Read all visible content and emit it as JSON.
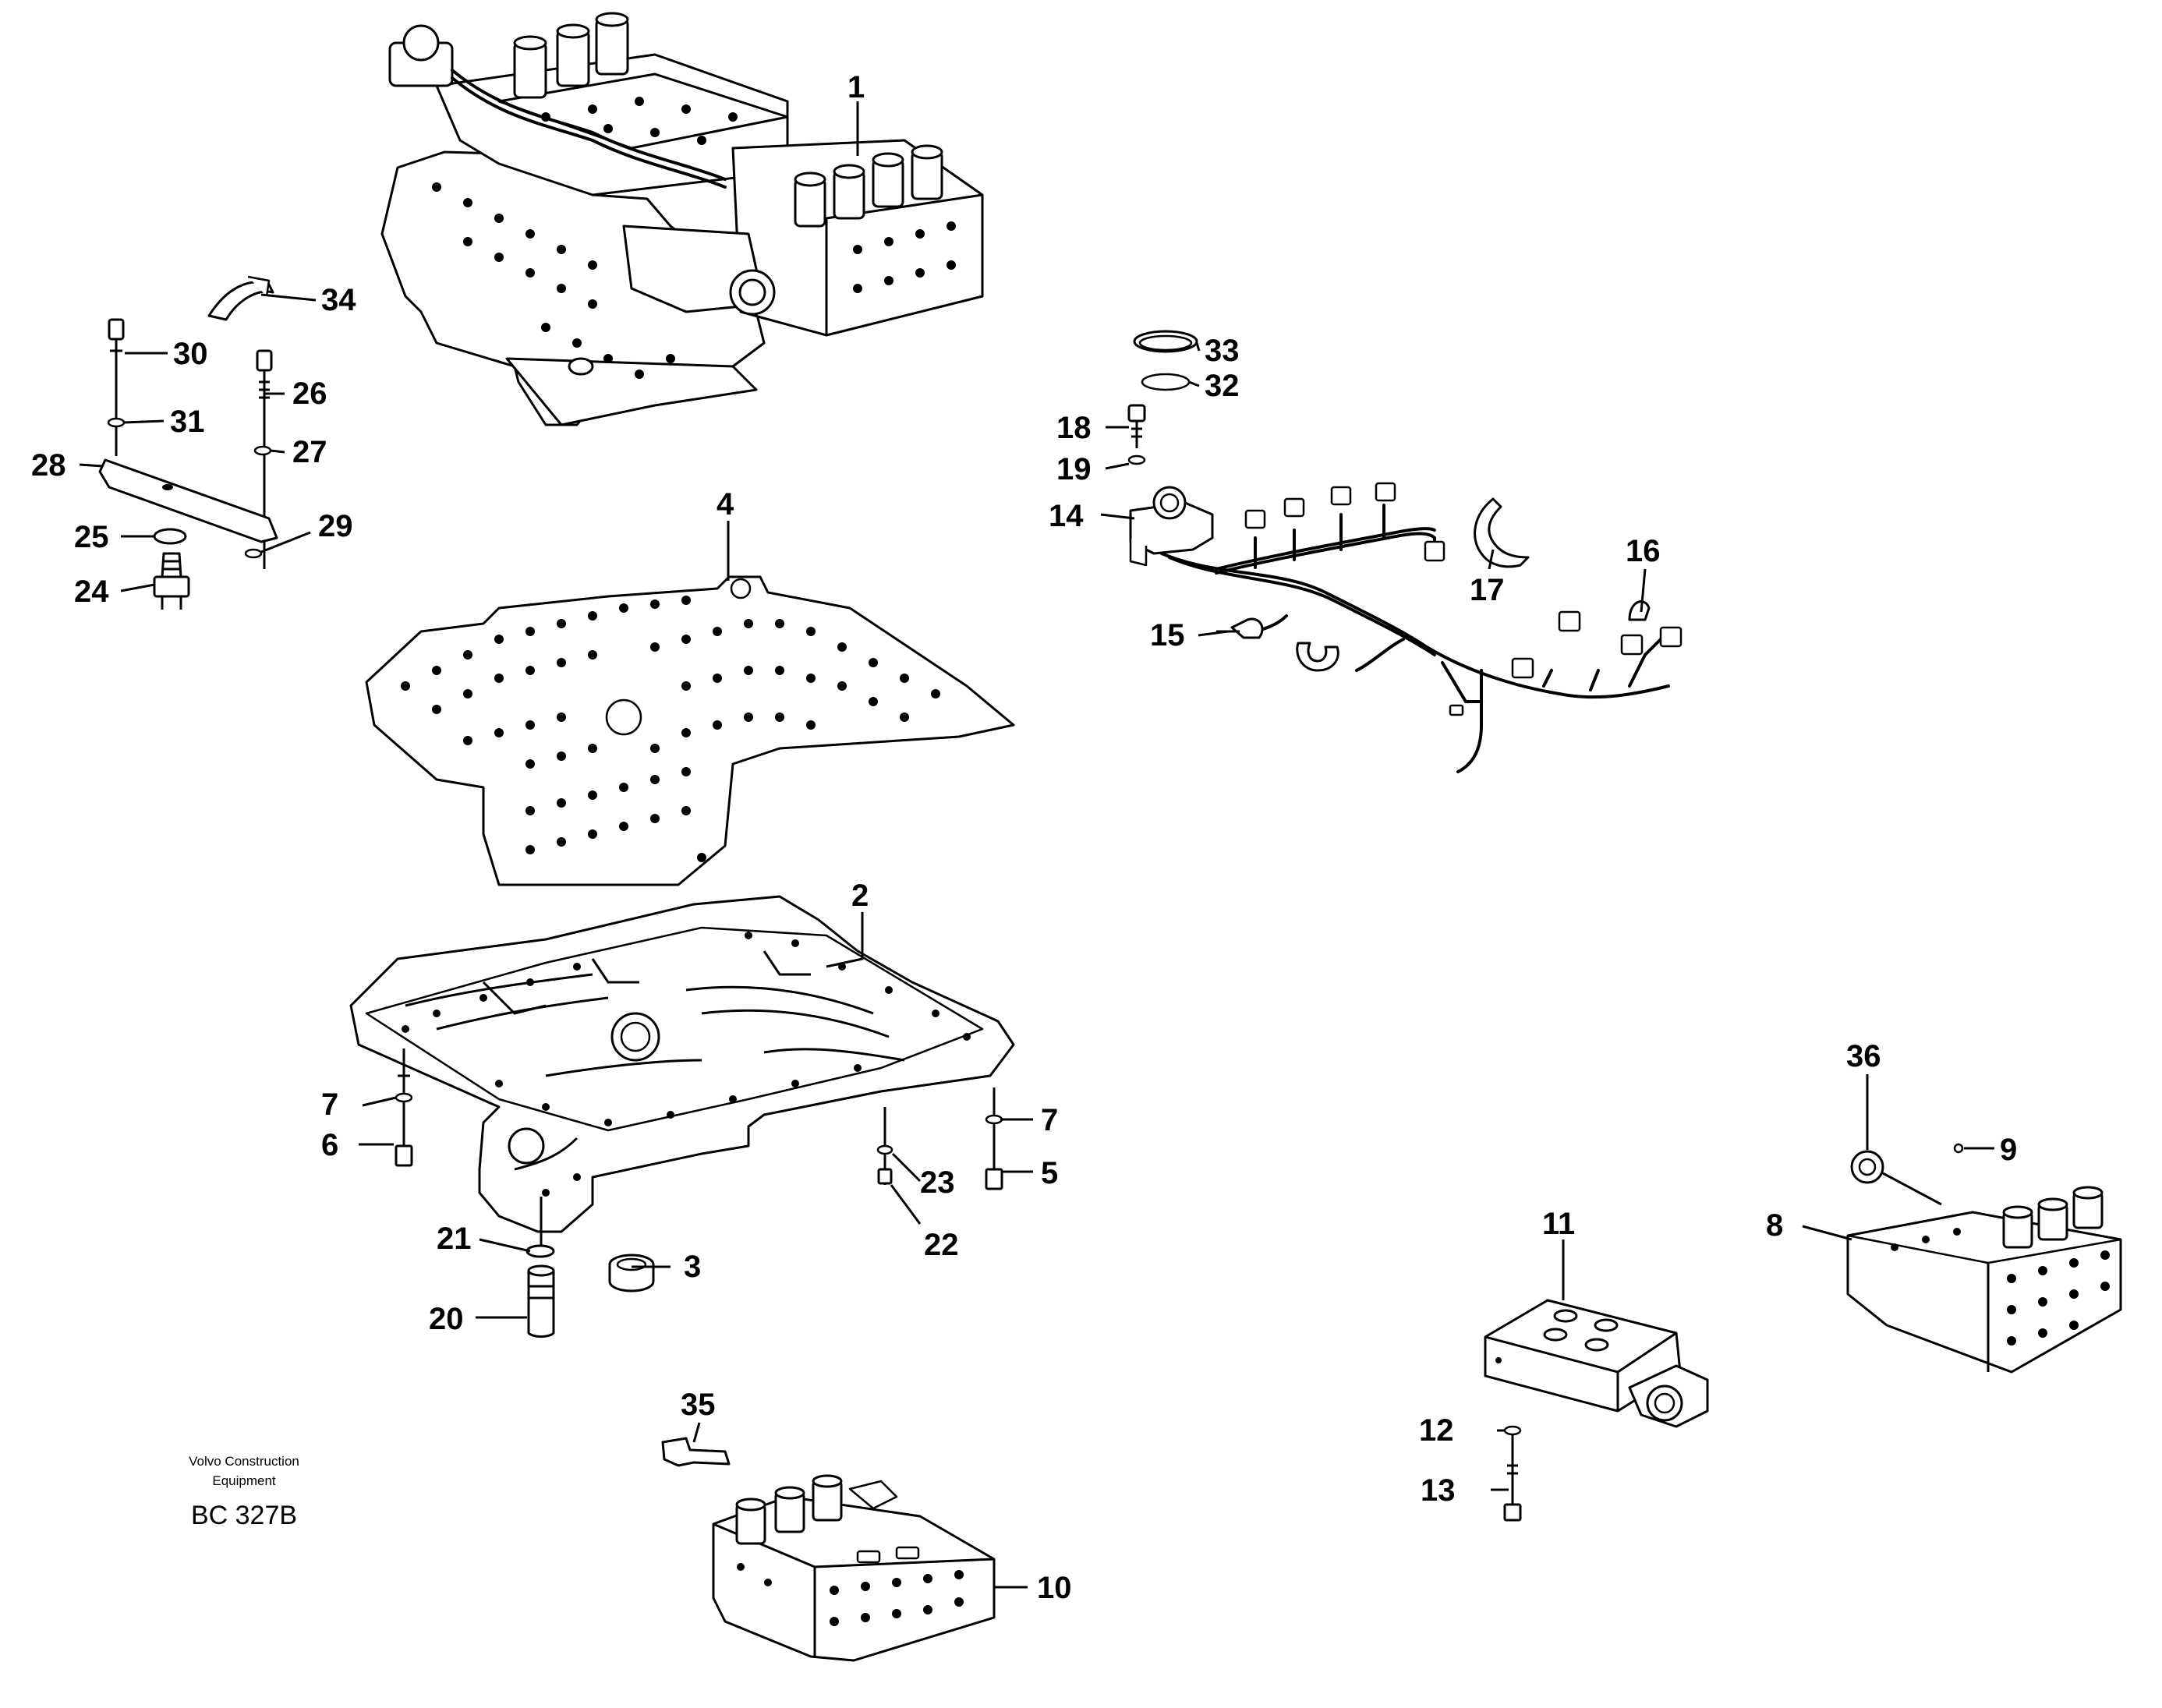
{
  "diagram": {
    "credit_line1": "Volvo Construction",
    "credit_line2": "Equipment",
    "code": "BC 327B",
    "callouts": [
      {
        "id": "c1",
        "label": "1"
      },
      {
        "id": "c2",
        "label": "2"
      },
      {
        "id": "c3",
        "label": "3"
      },
      {
        "id": "c4",
        "label": "4"
      },
      {
        "id": "c5",
        "label": "5"
      },
      {
        "id": "c6",
        "label": "6"
      },
      {
        "id": "c7a",
        "label": "7"
      },
      {
        "id": "c7b",
        "label": "7"
      },
      {
        "id": "c8",
        "label": "8"
      },
      {
        "id": "c9",
        "label": "9"
      },
      {
        "id": "c10",
        "label": "10"
      },
      {
        "id": "c11",
        "label": "11"
      },
      {
        "id": "c12",
        "label": "12"
      },
      {
        "id": "c13",
        "label": "13"
      },
      {
        "id": "c14",
        "label": "14"
      },
      {
        "id": "c15",
        "label": "15"
      },
      {
        "id": "c16",
        "label": "16"
      },
      {
        "id": "c17",
        "label": "17"
      },
      {
        "id": "c18",
        "label": "18"
      },
      {
        "id": "c19",
        "label": "19"
      },
      {
        "id": "c20",
        "label": "20"
      },
      {
        "id": "c21",
        "label": "21"
      },
      {
        "id": "c22",
        "label": "22"
      },
      {
        "id": "c23",
        "label": "23"
      },
      {
        "id": "c24",
        "label": "24"
      },
      {
        "id": "c25",
        "label": "25"
      },
      {
        "id": "c26",
        "label": "26"
      },
      {
        "id": "c27",
        "label": "27"
      },
      {
        "id": "c28",
        "label": "28"
      },
      {
        "id": "c29",
        "label": "29"
      },
      {
        "id": "c30",
        "label": "30"
      },
      {
        "id": "c31",
        "label": "31"
      },
      {
        "id": "c32",
        "label": "32"
      },
      {
        "id": "c33",
        "label": "33"
      },
      {
        "id": "c34",
        "label": "34"
      },
      {
        "id": "c35",
        "label": "35"
      },
      {
        "id": "c36",
        "label": "36"
      }
    ]
  }
}
